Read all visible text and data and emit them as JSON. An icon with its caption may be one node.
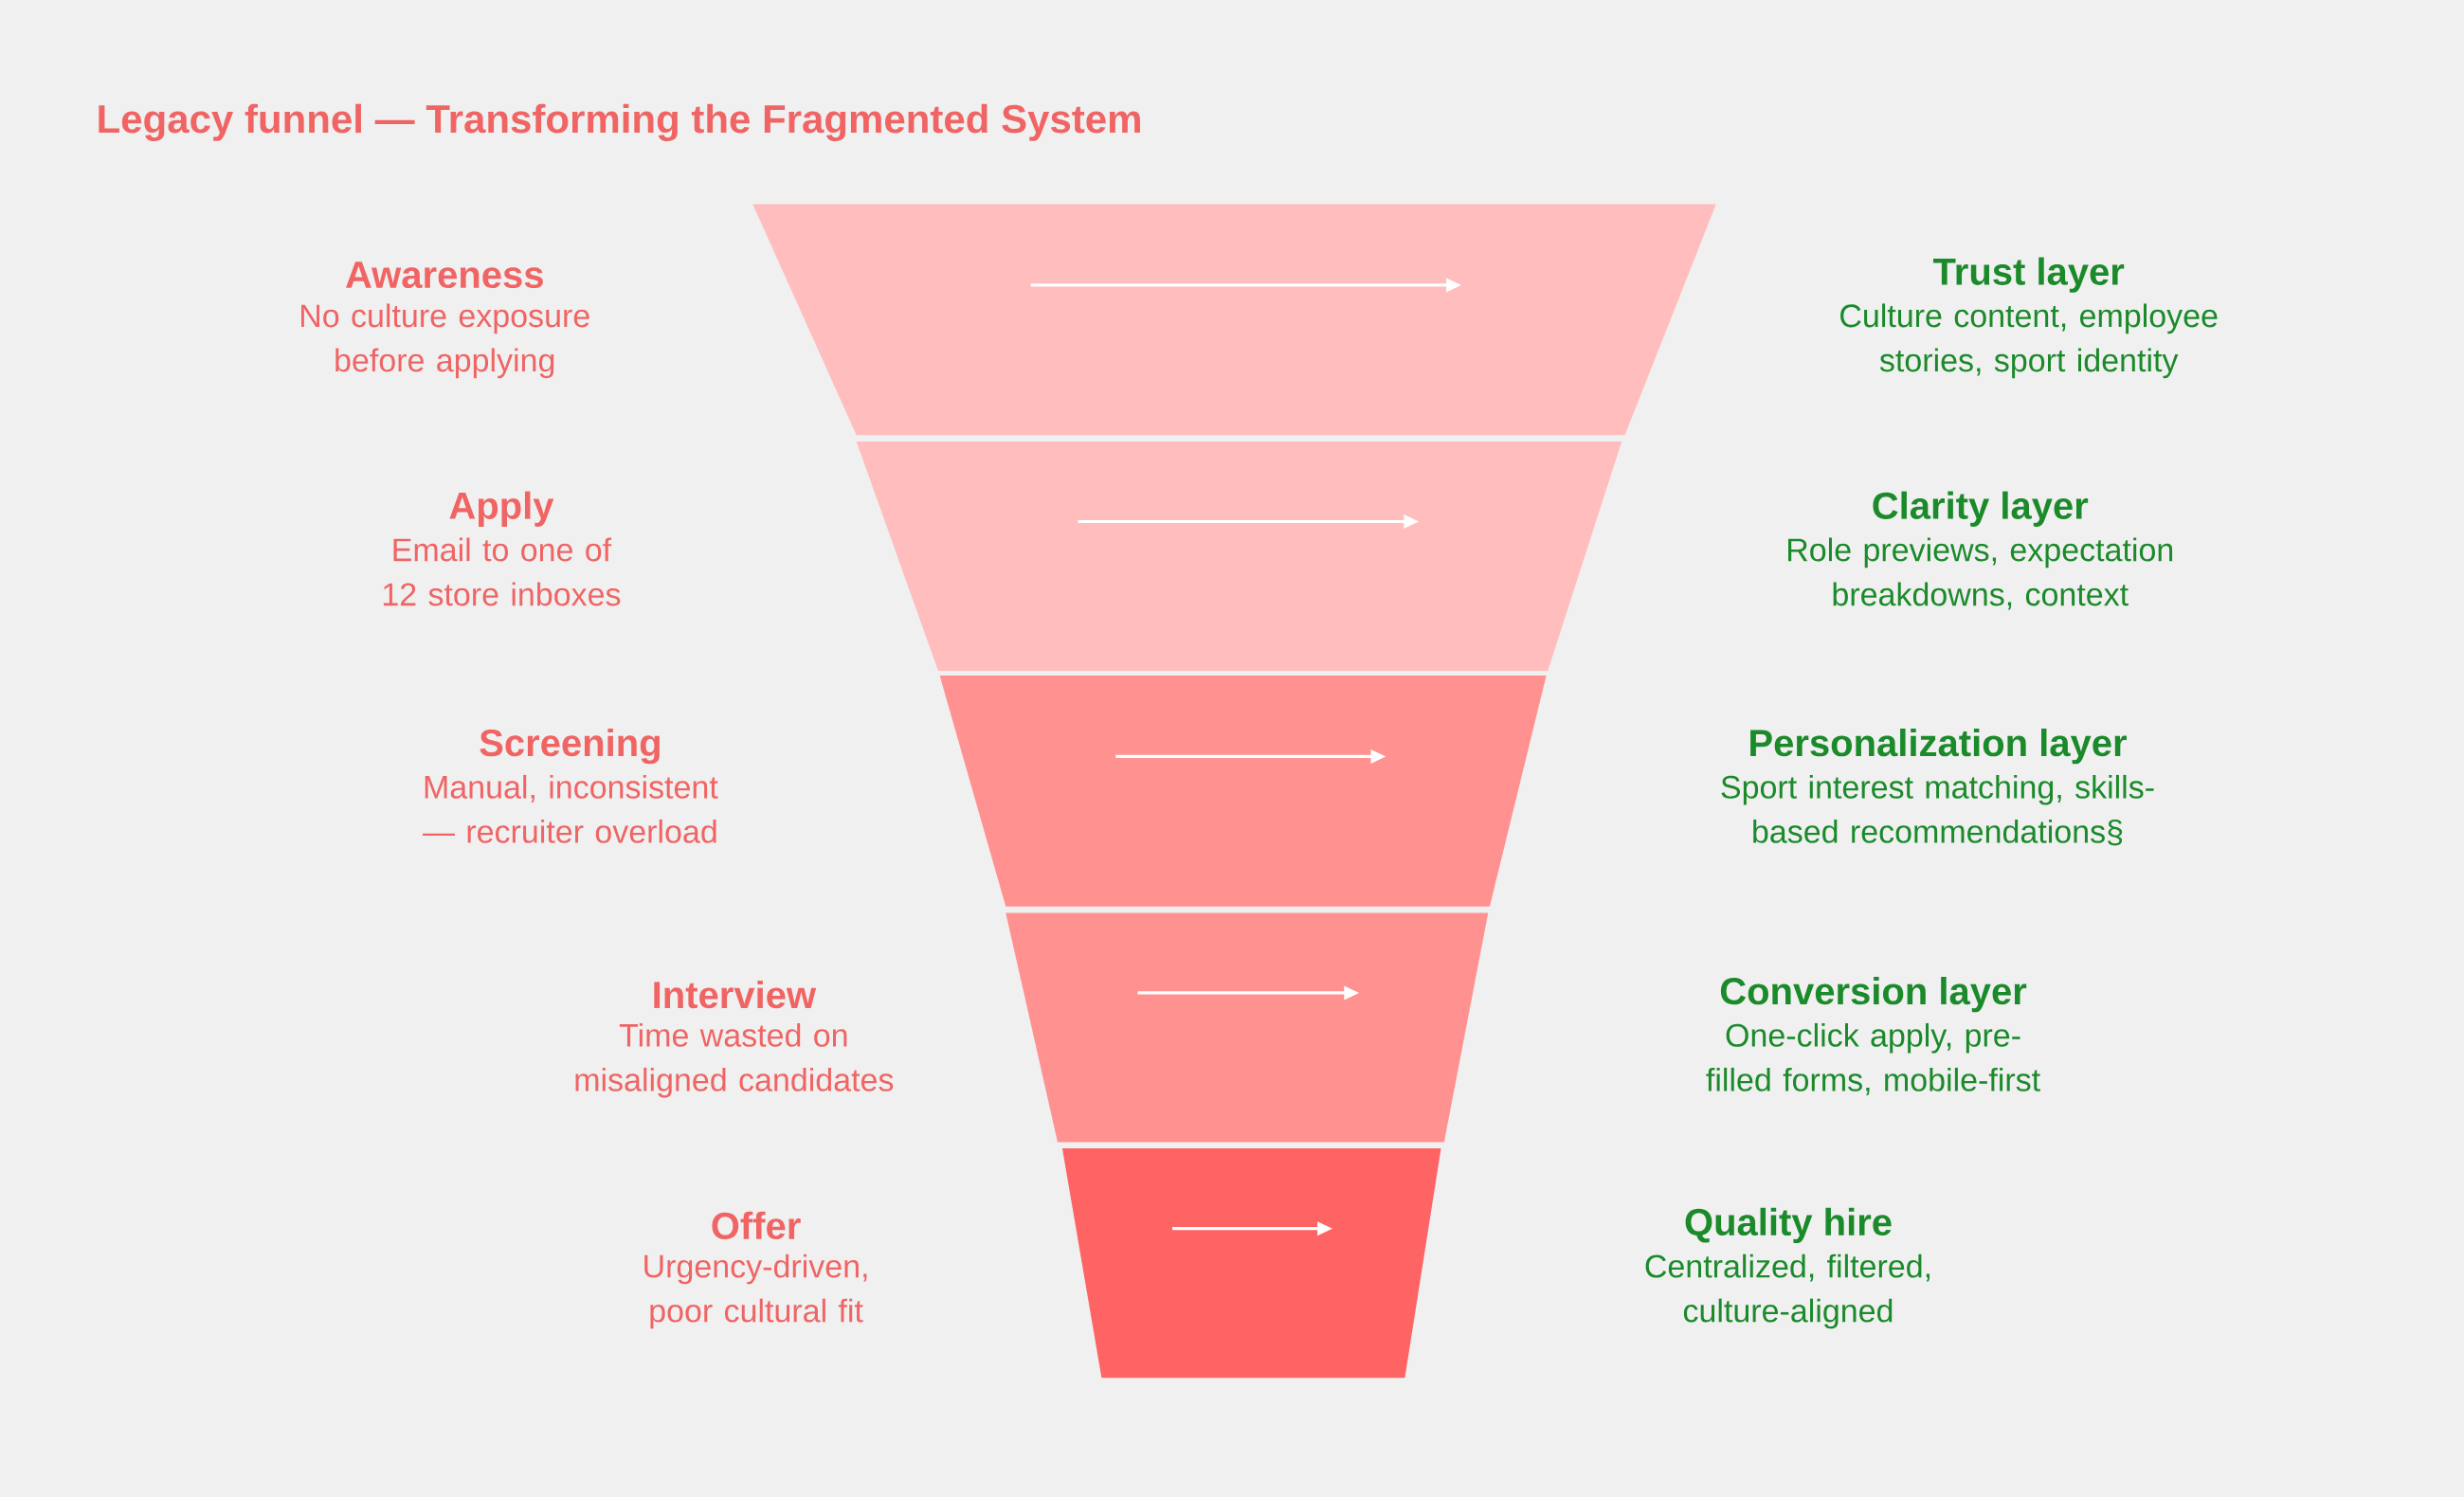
{
  "diagram": {
    "title": "Legacy funnel — Transforming the Fragmented System",
    "nodes": [
      {
        "text": [],
        "shape": "trapezoid",
        "beside": [
          "Awareness",
          "No culture exposure before applying",
          "Trust layer",
          "Culture content, employee stories, sport identity"
        ]
      },
      {
        "text": [],
        "shape": "trapezoid",
        "beside": [
          "Apply",
          "Email to one of 12 store inboxes",
          "Clarity layer",
          "Role previews, expectation breakdowns, context"
        ]
      },
      {
        "text": [],
        "shape": "trapezoid",
        "beside": [
          "Screening",
          "Manual, inconsistent — recruiter overload",
          "Personalization layer",
          "Sport interest matching, skills-based recommendations§"
        ]
      },
      {
        "text": [],
        "shape": "trapezoid",
        "beside": [
          "Interview",
          "Time wasted on misaligned candidates",
          "Conversion layer",
          "One-click apply, pre-filled forms, mobile-first"
        ]
      },
      {
        "text": [],
        "shape": "trapezoid",
        "beside": [
          "Offer",
          "Urgency-driven, poor cultural fit",
          "Quality hire",
          "Centralized, filtered, culture-aligned"
        ]
      }
    ]
  }
}
